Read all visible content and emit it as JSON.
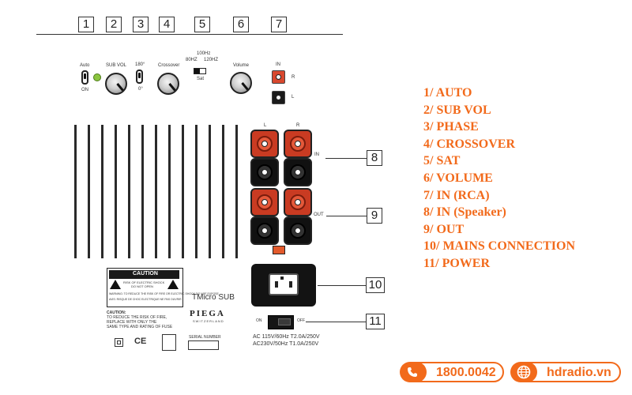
{
  "callout_numbers": [
    "1",
    "2",
    "3",
    "4",
    "5",
    "6",
    "7",
    "8",
    "9",
    "10",
    "11"
  ],
  "panel_labels": {
    "auto": "Auto",
    "on": "ON",
    "sub_vol": "SUB VOL",
    "phase_180": "180°",
    "phase_0": "0°",
    "crossover": "Crossover",
    "sat_100hz": "100Hz",
    "sat_80hz": "80HZ",
    "sat_120hz": "120HZ",
    "sat": "Sat",
    "volume": "Volume",
    "in": "IN",
    "r": "R",
    "l": "L",
    "speaker_l": "L",
    "speaker_r": "R",
    "speaker_in": "IN",
    "out": "OUT",
    "caution_title": "CAUTION",
    "caution_sub1": "RISK OF ELECTRIC SHOCK",
    "caution_sub2": "DO NOT OPEN",
    "warning_text": "WARNING: TO REDUCE THE RISK OF FIRE OR ELECTRIC SHOCK DO NOT EXPOSE",
    "avis_text": "AVIS: RISQUE DE CHOC ELECTRIQUE NE PAS OUVRIR",
    "caution_fuse_1": "CAUTION:",
    "caution_fuse_2": "TO REDUCE THE RISK OF FIRE,",
    "caution_fuse_3": "REPLACE WITH ONLY THE",
    "caution_fuse_4": "SAME TYPE AND RATING OF FUSE",
    "model": "TMicro SUB",
    "brand": "PIEGA",
    "brand_sub": "SWITZERLAND",
    "serial": "SERIAL NUMBER",
    "ce": "CE",
    "power_on": "ON",
    "power_off": "OFF",
    "ac_line1": "AC 115V/60Hz T2.0A/250V",
    "ac_line2": "AC230V/50Hz T1.0A/250V"
  },
  "legend": [
    "1/ AUTO",
    "2/ SUB VOL",
    "3/ PHASE",
    "4/ CROSSOVER",
    "5/ SAT",
    "6/ VOLUME",
    "7/ IN (RCA)",
    "8/ IN (Speaker)",
    "9/ OUT",
    "10/ MAINS CONNECTION",
    "11/ POWER"
  ],
  "contact": {
    "phone": "1800.0042",
    "phone_icon": "phone-icon",
    "website": "hdradio.vn",
    "website_icon": "globe-icon"
  },
  "colors": {
    "accent": "#f26a1b",
    "terminal_red": "#d8482e",
    "led_green": "#8bc53f"
  }
}
